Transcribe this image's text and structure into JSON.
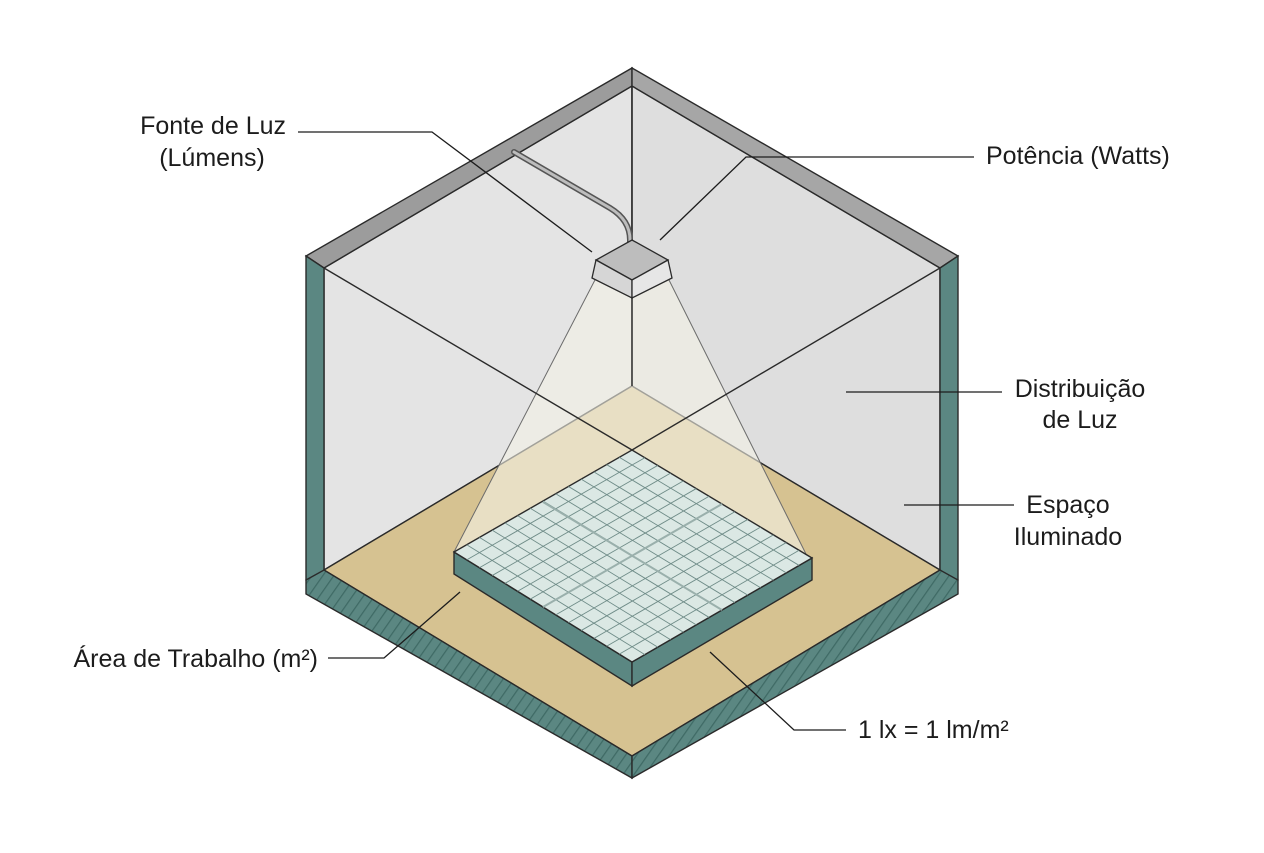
{
  "labels": {
    "light_source_line1": "Fonte de Luz",
    "light_source_line2": "(Lúmens)",
    "power": "Potência (Watts)",
    "distribution_line1": "Distribuição",
    "distribution_line2": "de Luz",
    "space_line1": "Espaço",
    "space_line2": "Iluminado",
    "work_area": "Área de Trabalho (m²)",
    "formula": "1 lx = 1 lm/m²"
  },
  "colors": {
    "wall_face": "#e4e4e4",
    "wall_top": "#9c9c9c",
    "wall_edge": "#5b8782",
    "floor": "#d6c291",
    "light_cone": "#f4f1e6",
    "work_surface": "#dbe8e4",
    "work_side": "#5b8782",
    "lamp": "#cfcfcf"
  }
}
